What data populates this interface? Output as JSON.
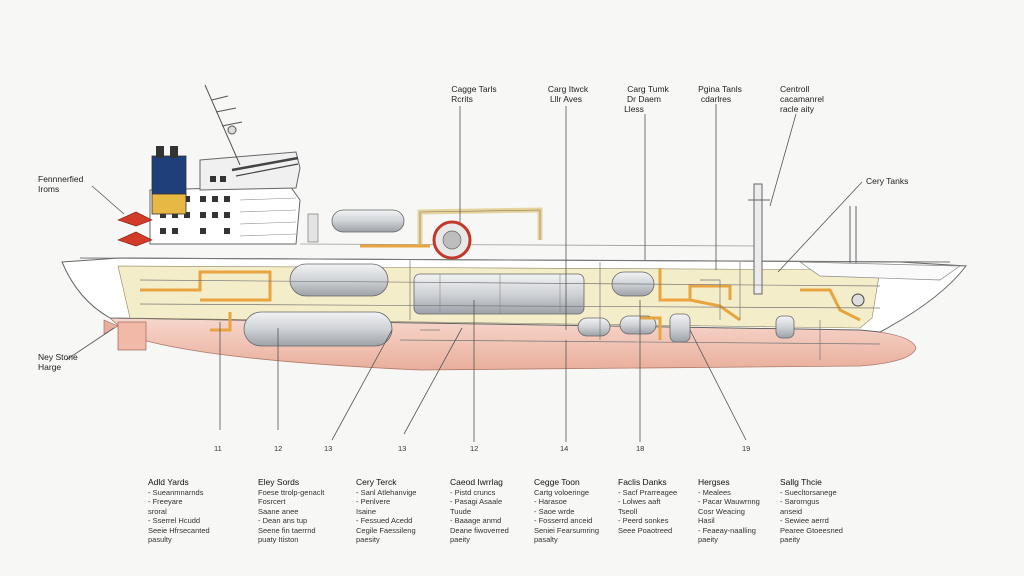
{
  "callouts": {
    "cargo_tanks_1": [
      "Cagge Tarls",
      "Rcrits"
    ],
    "cargo_tanks_2": [
      "Carg Itwck",
      "Lllr Aves"
    ],
    "cargo_tanks_3": [
      "Carg Tumk",
      "Dr Daem",
      "Lless"
    ],
    "piping_tanks": [
      "Pgina Tanls",
      "cdarlres"
    ],
    "control": [
      "Centroll",
      "cacamanrel",
      "racle aity"
    ],
    "cargo_tanks_right": [
      "Cery Tanks"
    ],
    "forecastle": [
      "Fennnerfied",
      "Iroms"
    ],
    "stone_rings": [
      "Ney Stone",
      "Harge"
    ]
  },
  "numbers": [
    "11",
    "12",
    "13",
    "13",
    "12",
    "14",
    "18",
    "19"
  ],
  "legend": [
    {
      "title": "Adld Yards",
      "lines": [
        "- Sueanmnarnds",
        "- Freeyare",
        "sroral",
        "- Sserrel Hcudd",
        "Seeie Hfrsecanted",
        "pasulty"
      ]
    },
    {
      "title": "Eley Sords",
      "lines": [
        "Foese ttrolp-genaclt",
        "Fosrcert",
        "Saane anee",
        "- Dean ans tup",
        "Seene fin taerrnd",
        "puaty Itiston"
      ]
    },
    {
      "title": "Cery Terck",
      "lines": [
        "- Sanl Atlehanvige",
        "- Penlvere",
        "Isaine",
        "- Fessued Acedd",
        "Cegile Faessileng",
        "paesity"
      ]
    },
    {
      "title": "Caeod Iwrrlag",
      "lines": [
        "- Pistd cruncs",
        "- Pasagi Asaale",
        "Tuude",
        "- Baaage anmd",
        "Deane fiwoverred",
        "paeity"
      ]
    },
    {
      "title": "Cegge Toon",
      "lines": [
        "Cartg voloeringe",
        "- Harasoe",
        "- Saoe wrde",
        "- Fosserrd anceid",
        "Seniei Fearsumring",
        "pasalty"
      ]
    },
    {
      "title": "Faclis Danks",
      "lines": [
        "- Sacf Prarreagee",
        "- Lolwes aaft",
        "Tseoll",
        "- Peerd sonkes",
        "Seee Poaotreed"
      ]
    },
    {
      "title": "Hergses",
      "lines": [
        "- Mealees",
        "- Pacar Wauwrnng",
        "Cosr Weacing",
        "Hasil",
        "- Feaeay-naalling",
        "paeity"
      ]
    },
    {
      "title": "Sallg Thcie",
      "lines": [
        "- Suecltorsanege",
        "- Sarorngus",
        "anseid",
        "- Sewiee aerrd",
        "Pearee Gtoeesned",
        "paeity"
      ]
    }
  ],
  "colors": {
    "hull_bottom": "#f2c4b6",
    "hull_white": "#ffffff",
    "interior": "#f4edc9",
    "pipe_orange": "#e8a440",
    "funnel_blue": "#1f3f7a",
    "funnel_gold": "#e8b844",
    "red_marker": "#d23a2a",
    "tank_gray": "#cfd2d6"
  }
}
